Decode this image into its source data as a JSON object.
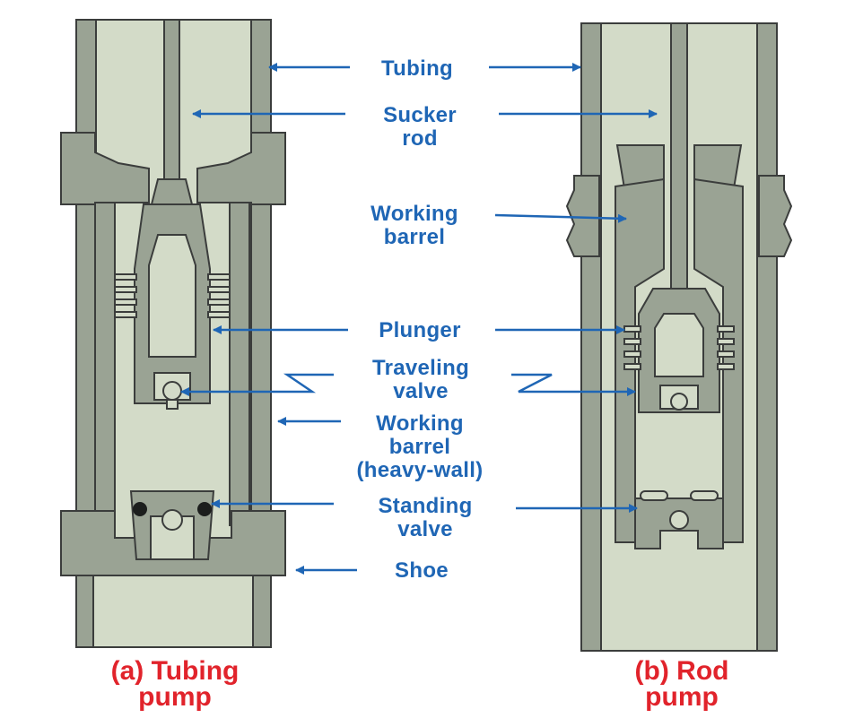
{
  "labels": {
    "tubing": "Tubing",
    "sucker_rod": [
      "Sucker",
      "rod"
    ],
    "working_barrel": [
      "Working",
      "barrel"
    ],
    "plunger": "Plunger",
    "traveling_valve": [
      "Traveling",
      "valve"
    ],
    "working_barrel_heavy": [
      "Working",
      "barrel",
      "(heavy-wall)"
    ],
    "standing_valve": [
      "Standing",
      "valve"
    ],
    "shoe": "Shoe"
  },
  "captions": {
    "tubing_pump": [
      "(a) Tubing",
      "pump"
    ],
    "rod_pump": [
      "(b) Rod",
      "pump"
    ]
  },
  "colors": {
    "label_blue": "#1f66b5",
    "caption_red": "#e1232b",
    "metal_gray": "#9aa394",
    "fluid_green": "#d3dbc8",
    "outline": "#3b3d3c"
  }
}
